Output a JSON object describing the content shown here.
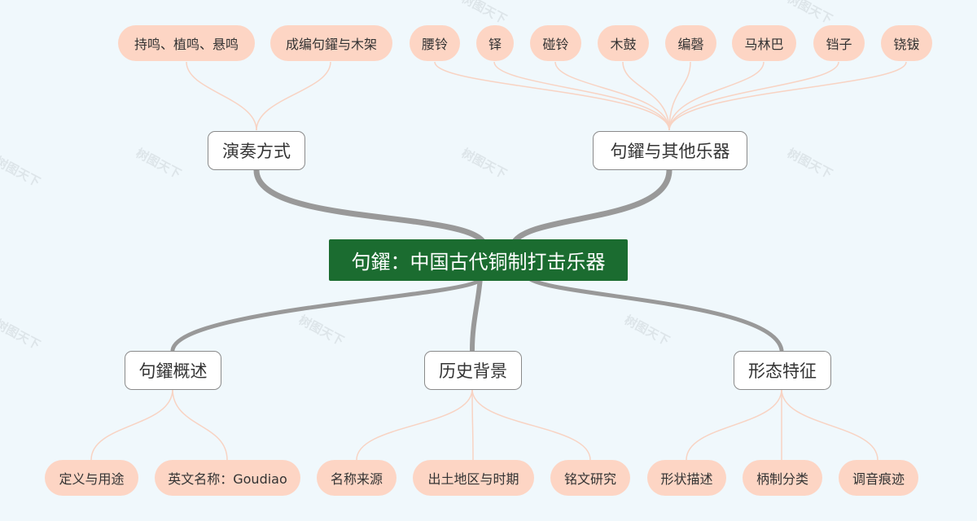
{
  "colors": {
    "background": "#f0f8fc",
    "root_fill": "#1b6c30",
    "root_text": "#ffffff",
    "trunk_link": "#999999",
    "leaf_link": "#f8d3c3",
    "leaf_fill": "#fdd5c4",
    "branch_border": "#8a8a8a"
  },
  "watermark": "树图天下",
  "root": {
    "label": "句鑃：中国古代铜制打击乐器"
  },
  "branches": [
    {
      "label": "演奏方式",
      "children": [
        "持鸣、植鸣、悬鸣",
        "成编句鑃与木架"
      ]
    },
    {
      "label": "句鑃与其他乐器",
      "children": [
        "腰铃",
        "铎",
        "碰铃",
        "木鼓",
        "编磬",
        "马林巴",
        "铛子",
        "铙钹"
      ]
    },
    {
      "label": "句鑃概述",
      "children": [
        "定义与用途",
        "英文名称：Goudiao"
      ]
    },
    {
      "label": "历史背景",
      "children": [
        "名称来源",
        "出土地区与时期",
        "铭文研究"
      ]
    },
    {
      "label": "形态特征",
      "children": [
        "形状描述",
        "柄制分类",
        "调音痕迹"
      ]
    }
  ]
}
